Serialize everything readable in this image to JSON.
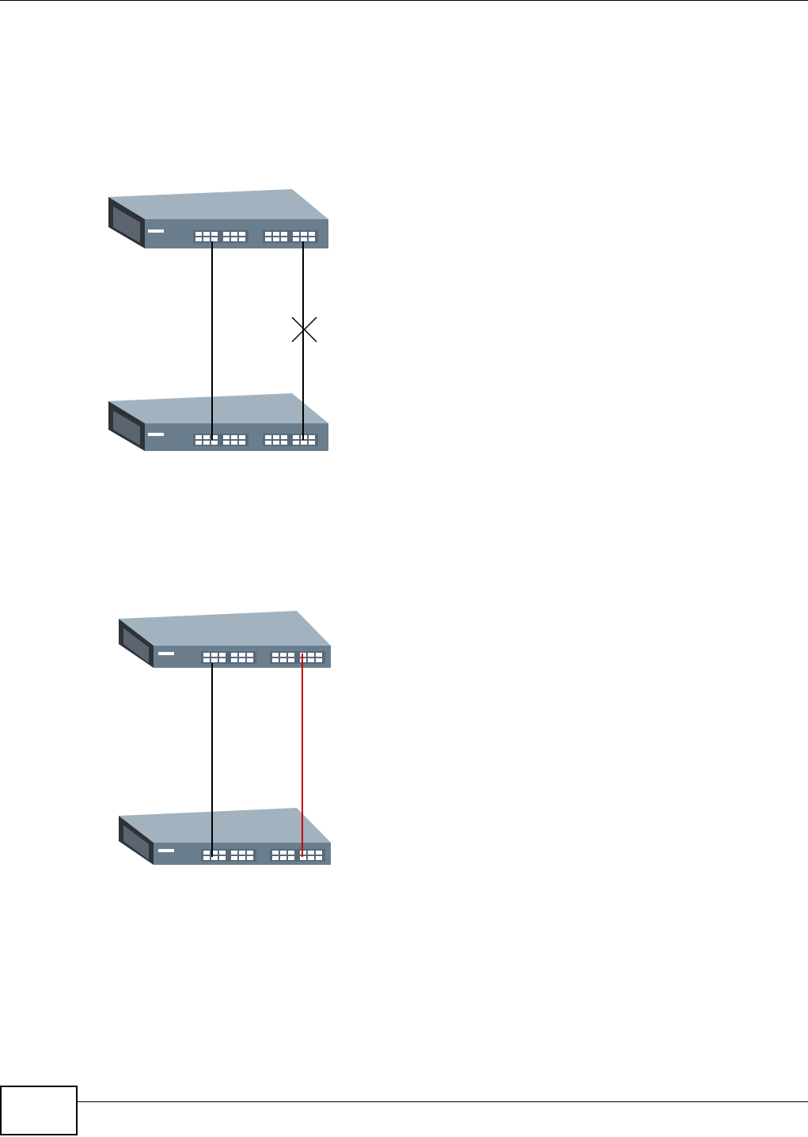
{
  "figures": [
    {
      "links": [
        {
          "status": "active",
          "color": "#000000"
        },
        {
          "status": "blocked",
          "color": "#000000",
          "marker": "x-mark"
        }
      ]
    },
    {
      "links": [
        {
          "status": "active",
          "color": "#000000"
        },
        {
          "status": "active",
          "color": "#cc0000"
        }
      ]
    }
  ],
  "colors": {
    "switch_top": "#a2b3bf",
    "switch_side": "#4e5b66",
    "switch_front": "#6a7e8d",
    "port": "#ffffff"
  },
  "icons": [
    "network-switch-icon",
    "x-mark-icon"
  ]
}
